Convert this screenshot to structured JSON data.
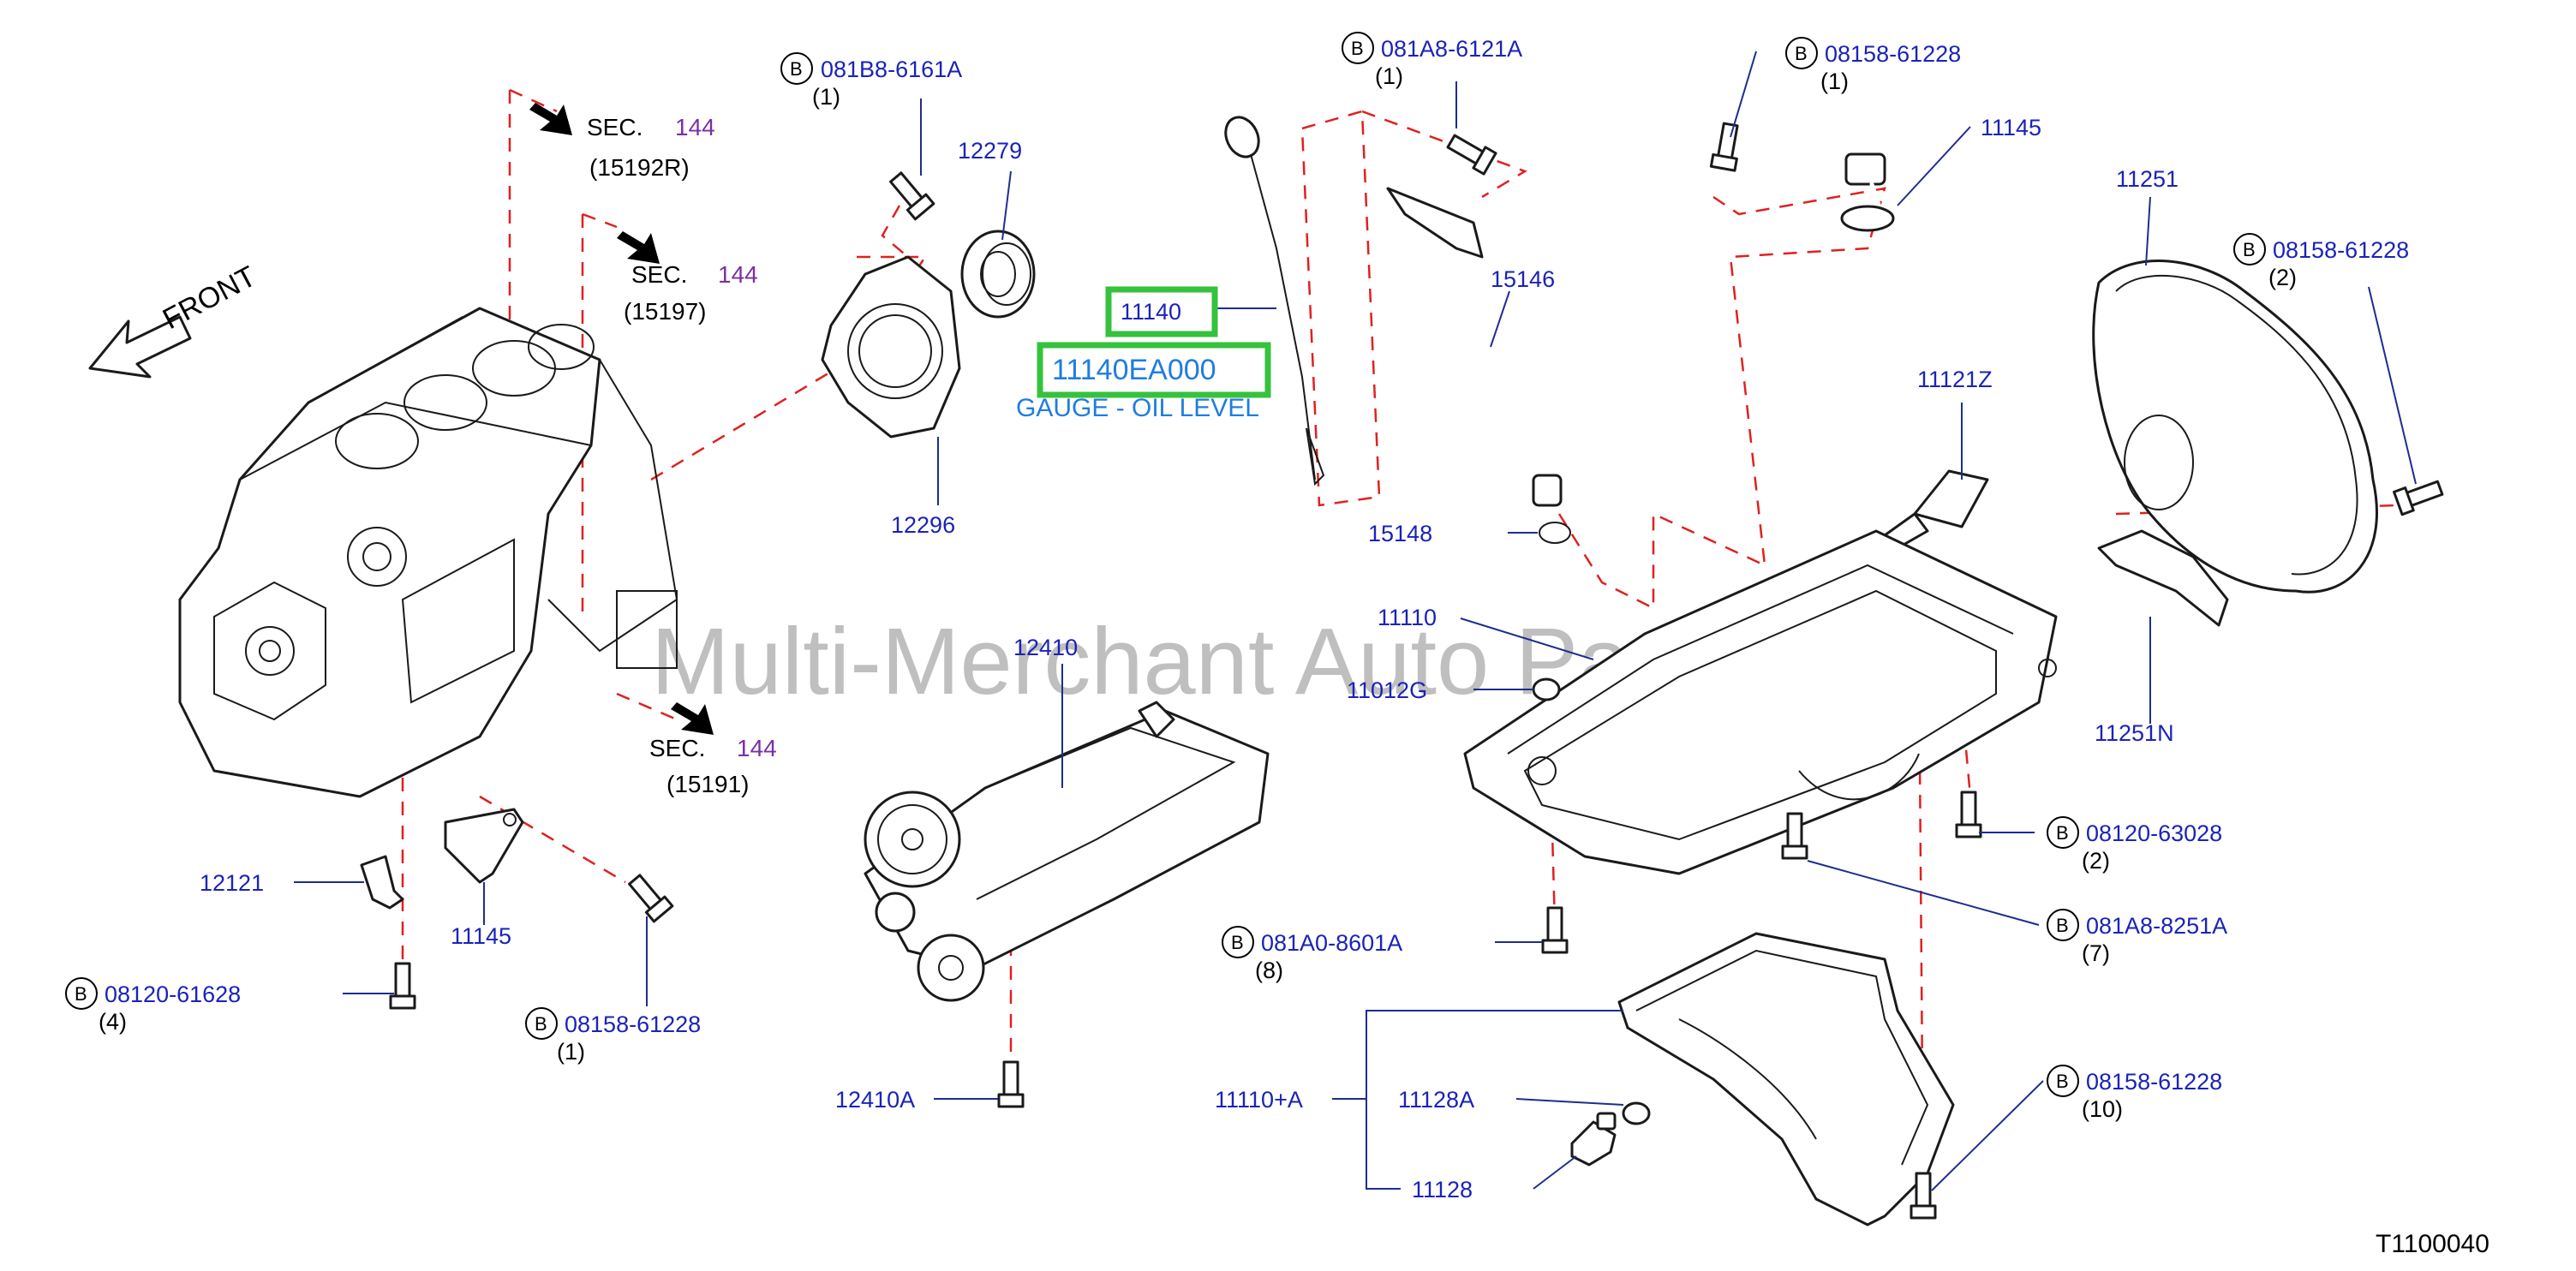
{
  "front_label": "FRONT",
  "sections": [
    {
      "label": "SEC.",
      "number": "144",
      "ref": "(15192R)"
    },
    {
      "label": "SEC.",
      "number": "144",
      "ref": "(15197)"
    },
    {
      "label": "SEC.",
      "number": "144",
      "ref": "(15191)"
    }
  ],
  "parts": {
    "p081B8": {
      "code": "081B8-6161A",
      "qty": "(1)"
    },
    "p12279": "12279",
    "p12296": "12296",
    "p081A8_6121": {
      "code": "081A8-6121A",
      "qty": "(1)"
    },
    "p08158_top": {
      "code": "08158-61228",
      "qty": "(1)"
    },
    "p11145_top": "11145",
    "p15146": "15146",
    "p15148": "15148",
    "p11251": "11251",
    "p08158_right": {
      "code": "08158-61228",
      "qty": "(2)"
    },
    "p11121Z": "11121Z",
    "p11110": "11110",
    "p11012G": "11012G",
    "p11251N": "11251N",
    "p12410": "12410",
    "p08120_63028": {
      "code": "08120-63028",
      "qty": "(2)"
    },
    "p081A8_8251": {
      "code": "081A8-8251A",
      "qty": "(7)"
    },
    "p081A0": {
      "code": "081A0-8601A",
      "qty": "(8)"
    },
    "p12121": "12121",
    "p11145_bottom": "11145",
    "p08120_61628": {
      "code": "08120-61628",
      "qty": "(4)"
    },
    "p08158_bottom": {
      "code": "08158-61228",
      "qty": "(1)"
    },
    "p12410A": "12410A",
    "p11110A": "11110+A",
    "p11128A": "11128A",
    "p11128": "11128",
    "p08158_pan": {
      "code": "08158-61228",
      "qty": "(10)"
    }
  },
  "highlight": {
    "part": "11140",
    "number": "11140EA000",
    "description": "GAUGE - OIL LEVEL"
  },
  "bolt_badge": "B",
  "watermark": "Multi-Merchant Auto Partstore",
  "diagram_ref": "T1100040",
  "colors": {
    "part_number": "#1a23b8",
    "dashed_line": "#e02020",
    "highlight_box": "#35c23d",
    "highlight_text": "#1f7de0",
    "section_number": "#7a2fa6"
  }
}
